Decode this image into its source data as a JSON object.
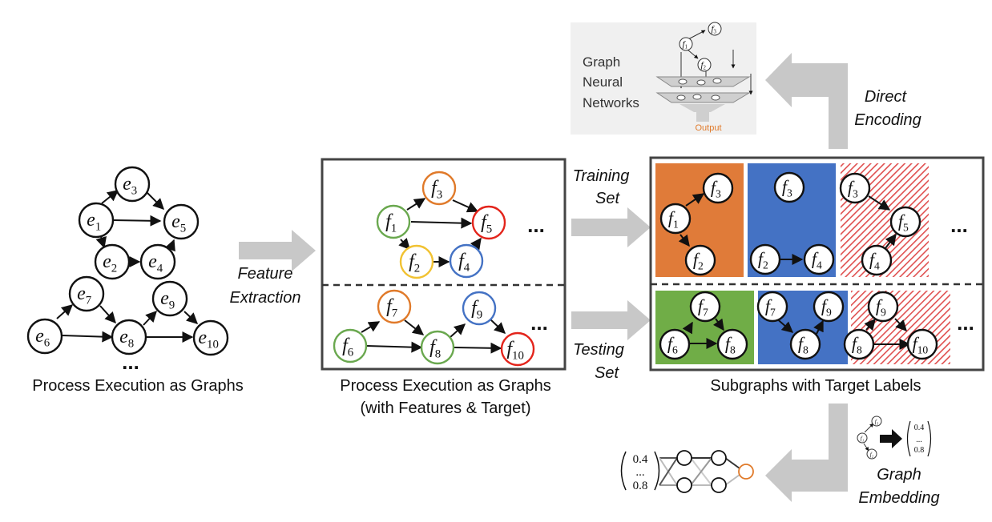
{
  "captions": {
    "left": "Process Execution as Graphs",
    "middle_line1": "Process Execution as Graphs",
    "middle_line2": "(with Features & Target)",
    "right": "Subgraphs with Target Labels"
  },
  "arrow_labels": {
    "feature_extraction_1": "Feature",
    "feature_extraction_2": "Extraction",
    "training_1": "Training",
    "training_2": "Set",
    "testing_1": "Testing",
    "testing_2": "Set",
    "direct_encoding_1": "Direct",
    "direct_encoding_2": "Encoding",
    "graph_embedding_1": "Graph",
    "graph_embedding_2": "Embedding"
  },
  "gnn": {
    "line1": "Graph",
    "line2": "Neural",
    "line3": "Networks",
    "output": "Output"
  },
  "vector": {
    "top": "0.4",
    "mid": "...",
    "bottom": "0.8"
  },
  "ellipsis": "...",
  "event_nodes": [
    {
      "letter": "e",
      "sub": "1"
    },
    {
      "letter": "e",
      "sub": "2"
    },
    {
      "letter": "e",
      "sub": "3"
    },
    {
      "letter": "e",
      "sub": "4"
    },
    {
      "letter": "e",
      "sub": "5"
    },
    {
      "letter": "e",
      "sub": "6"
    },
    {
      "letter": "e",
      "sub": "7"
    },
    {
      "letter": "e",
      "sub": "8"
    },
    {
      "letter": "e",
      "sub": "9"
    },
    {
      "letter": "e",
      "sub": "10"
    }
  ],
  "feature_nodes": [
    {
      "letter": "f",
      "sub": "1"
    },
    {
      "letter": "f",
      "sub": "2"
    },
    {
      "letter": "f",
      "sub": "3"
    },
    {
      "letter": "f",
      "sub": "4"
    },
    {
      "letter": "f",
      "sub": "5"
    },
    {
      "letter": "f",
      "sub": "6"
    },
    {
      "letter": "f",
      "sub": "7"
    },
    {
      "letter": "f",
      "sub": "8"
    },
    {
      "letter": "f",
      "sub": "9"
    },
    {
      "letter": "f",
      "sub": "10"
    }
  ],
  "colors": {
    "green": "#6aa84f",
    "orange": "#e07a2a",
    "blue": "#4472c4",
    "red": "#e3241b",
    "yellow": "#f1c232",
    "panel_orange": "#e07b39",
    "panel_blue": "#4472c4",
    "panel_green": "#70ad47",
    "hatch_red": "#e05050",
    "arrow_gray": "#c8c8c8"
  }
}
